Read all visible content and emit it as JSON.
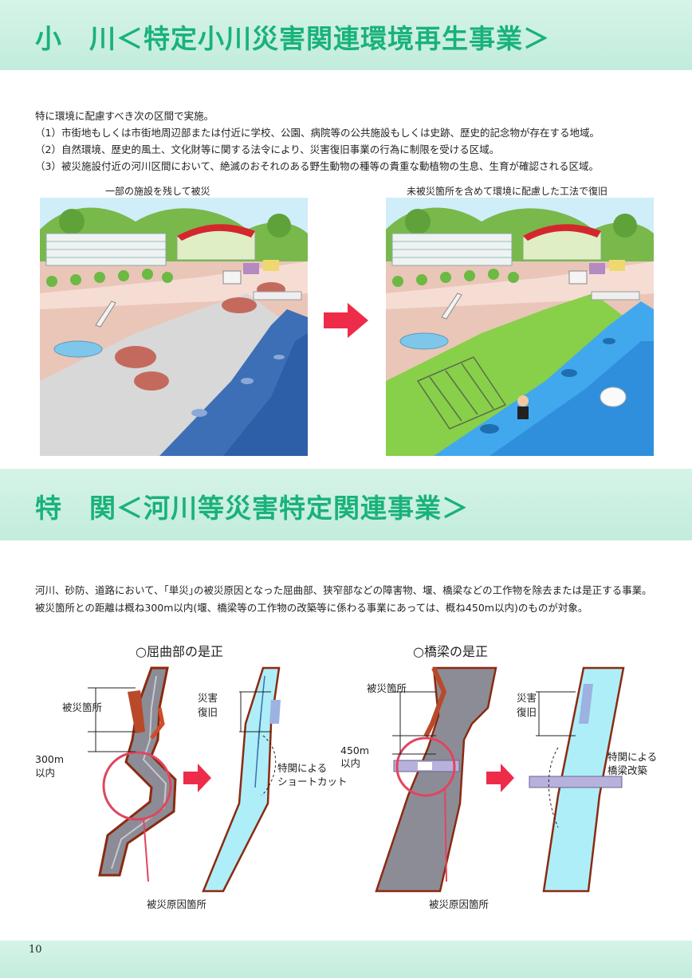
{
  "section1": {
    "title_a": "小",
    "title_b": "川＜特定小川災害関連環境再生事業＞",
    "intro": "特に環境に配慮すべき次の区間で実施。",
    "items": [
      "（1）市街地もしくは市街地周辺部または付近に学校、公園、病院等の公共施設もしくは史跡、歴史的記念物が存在する地域。",
      "（2）自然環境、歴史的風土、文化財等に関する法令により、災害復旧事業の行為に制限を受ける区域。",
      "（3）被災施設付近の河川区間において、絶滅のおそれのある野生動物の種等の貴重な動植物の生息、生育が確認される区域。"
    ],
    "left_caption": "一部の施設を残して被災",
    "right_caption": "未被災箇所を含めて環境に配慮した工法で復旧"
  },
  "section2": {
    "title_a": "特",
    "title_b": "関＜河川等災害特定関連事業＞",
    "para": [
      "河川、砂防、道路において、｢単災｣の被災原因となった屈曲部、狭窄部などの障害物、堰、橋梁などの工作物を除去または是正する事業。",
      "被災箇所との距離は概ね300m以内(堰、橋梁等の工作物の改築等に係わる事業にあっては、概ね450m以内)のものが対象。"
    ],
    "bend": {
      "heading": "○屈曲部の是正",
      "damage_label": "被災箇所",
      "distance_l1": "300m",
      "distance_l2": "以内",
      "restore_l1": "災害",
      "restore_l2": "復旧",
      "shortcut_l1": "特関による",
      "shortcut_l2": "ショートカット",
      "cause_label": "被災原因箇所"
    },
    "bridge": {
      "heading": "○橋梁の是正",
      "damage_label": "被災箇所",
      "distance_l1": "450m",
      "distance_l2": "以内",
      "restore_l1": "災害",
      "restore_l2": "復旧",
      "rebuild_l1": "特関による",
      "rebuild_l2": "橋梁改築",
      "cause_label": "被災原因箇所"
    }
  },
  "page_number": "10",
  "colors": {
    "accent_green": "#19b27a",
    "band": "#c9efe0",
    "arrow_red": "#ee2c4a",
    "river_blue": "#3aa8e8",
    "ring_red": "#e0455f"
  }
}
